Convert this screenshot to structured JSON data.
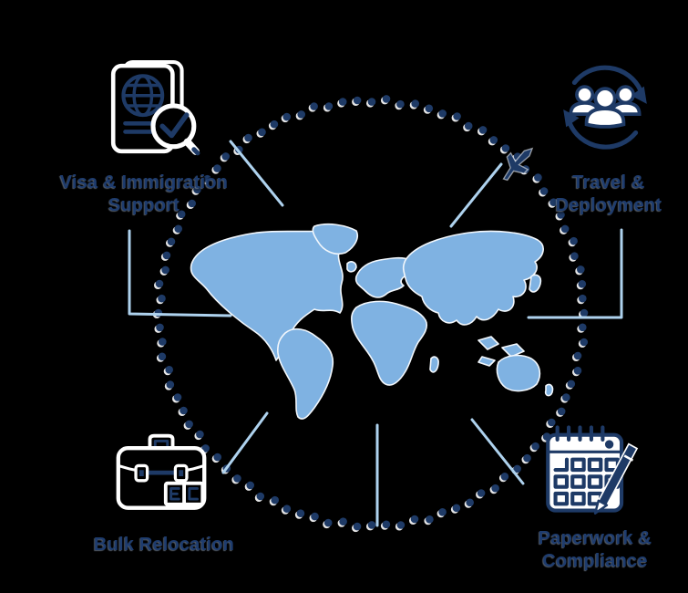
{
  "diagram": {
    "center": {
      "name": "world-map"
    },
    "nodes": [
      {
        "id": "visa-immigration-support",
        "icon": "passport-search-icon",
        "label_line1": "Visa & Immigration",
        "label_line2": "Support"
      },
      {
        "id": "travel-deployment",
        "icon": "people-cycle-icon",
        "label_line1": "Travel &",
        "label_line2": "Deployment"
      },
      {
        "id": "bulk-relocation",
        "icon": "briefcase-icon",
        "label_line1": "Bulk Relocation",
        "label_line2": ""
      },
      {
        "id": "paperwork-compliance",
        "icon": "calendar-pencil-icon",
        "label_line1": "Paperwork &",
        "label_line2": "Compliance"
      }
    ],
    "decorations": {
      "dotted_circle_dots": 92,
      "airplane": "airplane-icon"
    }
  },
  "colors": {
    "background": "#000000",
    "map_fill": "#7fb2e2",
    "map_stroke": "#f2f7fc",
    "dot": "#1e3a66",
    "dot_highlight": "#ffffff",
    "line": "#aed2ee",
    "icon_navy": "#1e3a66",
    "icon_white": "#ffffff",
    "label": "#1e3c6e"
  }
}
